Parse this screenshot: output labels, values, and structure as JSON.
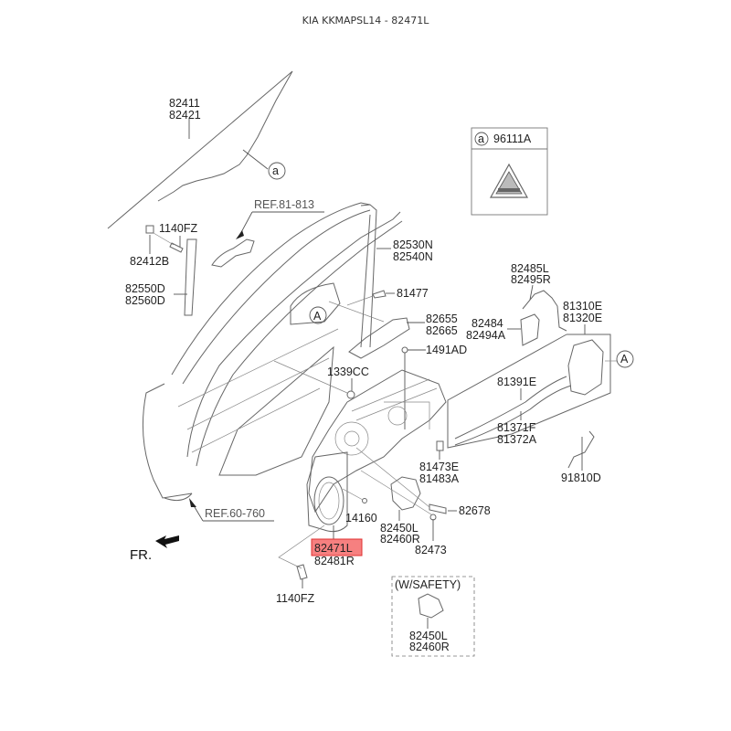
{
  "title": "KIA KKMAPSL14 - 82471L",
  "highlight_color": "#f46a6a",
  "labels": {
    "glass": [
      "82411",
      "82421"
    ],
    "marker_a_small": "a",
    "marker_A": "A",
    "label_box": {
      "marker": "a",
      "part": "96111A"
    },
    "ref_81_813": "REF.81-813",
    "bolt_1140fz_top": "1140FZ",
    "run_channel": "82412B",
    "channel": [
      "82550D",
      "82560D"
    ],
    "weatherstrip": [
      "82530N",
      "82540N"
    ],
    "bolt_81477": "81477",
    "handle": [
      "82655",
      "82665"
    ],
    "clip_1491ad": "1491AD",
    "nut_1339cc": "1339CC",
    "rod": [
      "82485L",
      "82495R"
    ],
    "bracket": [
      "82484",
      "82494A"
    ],
    "latch": [
      "81310E",
      "81320E"
    ],
    "cable_upper": "81391E",
    "cable_lower": [
      "81371F",
      "81372A"
    ],
    "wiring": "91810D",
    "clip_81473": [
      "81473E",
      "81483A"
    ],
    "bolt_82678": "82678",
    "screw_14160": "14160",
    "motor": [
      "82450L",
      "82460R"
    ],
    "bolt_82473": "82473",
    "module_panel_highlight": "82471L",
    "module_panel_other": "82481R",
    "ref_60_760": "REF.60-760",
    "fr": "FR.",
    "bolt_1140fz_bottom": "1140FZ",
    "safety_box": {
      "title": "(W/SAFETY)",
      "parts": [
        "82450L",
        "82460R"
      ]
    }
  }
}
